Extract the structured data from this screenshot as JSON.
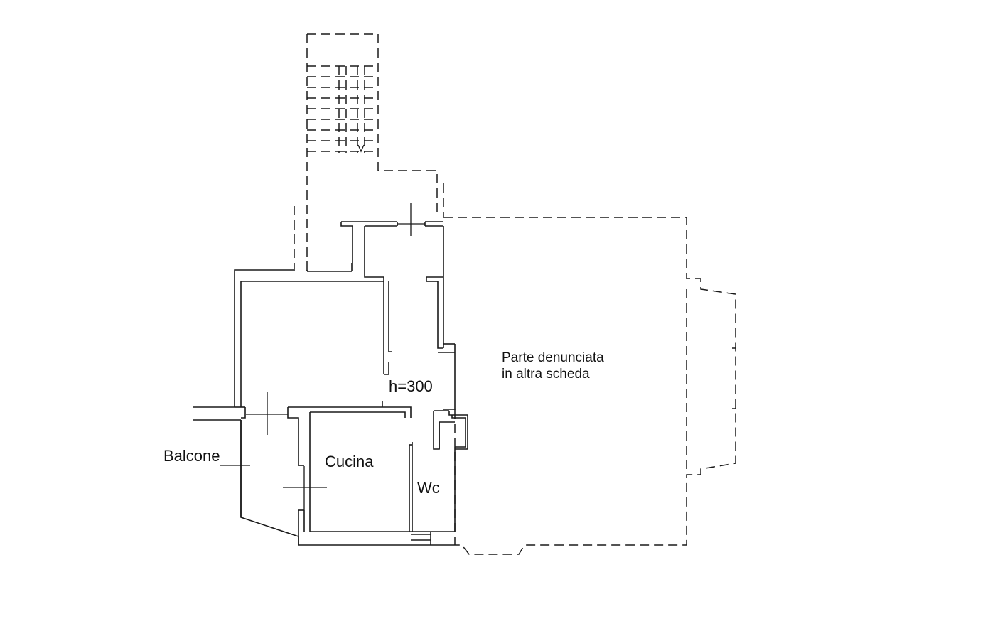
{
  "labels": {
    "balcone": "Balcone",
    "cucina": "Cucina",
    "wc": "Wc",
    "height": "h=300",
    "note_line1": "Parte denunciata",
    "note_line2": "in altra scheda"
  }
}
